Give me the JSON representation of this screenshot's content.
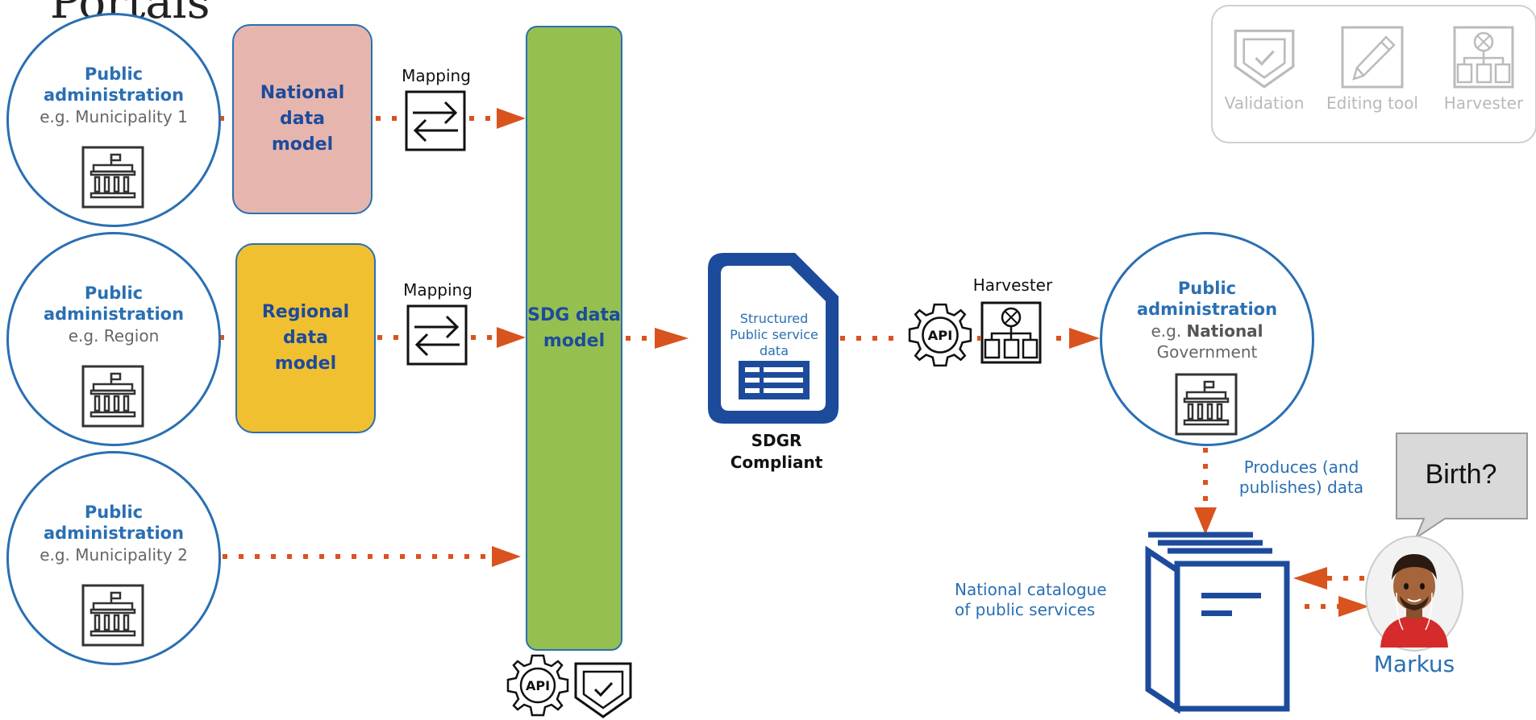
{
  "page": {
    "title": "Portals"
  },
  "sources": [
    {
      "title": "Public administration",
      "subtitle": "e.g. Municipality 1"
    },
    {
      "title": "Public administration",
      "subtitle": "e.g. Region"
    },
    {
      "title": "Public administration",
      "subtitle": "e.g. Municipality 2"
    }
  ],
  "models": {
    "national": "National data model",
    "regional": "Regional data model",
    "sdg": "SDG data model"
  },
  "mapping_labels": [
    "Mapping",
    "Mapping"
  ],
  "document": {
    "text": "Structured Public service data",
    "caption": "SDGR Compliant"
  },
  "harvester_label": "Harvester",
  "national_gov": {
    "title": "Public administration",
    "prefix": "e.g. ",
    "bold": "National",
    "rest": "Government"
  },
  "produces_label": "Produces (and publishes) data",
  "catalogue_label": "National catalogue of public services",
  "user": {
    "name": "Markus",
    "speech": "Birth?"
  },
  "tools": [
    {
      "label": "Validation",
      "icon": "validation-shield-icon"
    },
    {
      "label": "Editing tool",
      "icon": "editing-pencil-icon"
    },
    {
      "label": "Harvester",
      "icon": "harvester-icon"
    }
  ],
  "colors": {
    "blue": "#2a6fb3",
    "dark_blue": "#1d4b9c",
    "orange": "#d9531e",
    "national_model": "#e6b6ae",
    "regional_model": "#f0c030",
    "sdg_model": "#95c050"
  }
}
